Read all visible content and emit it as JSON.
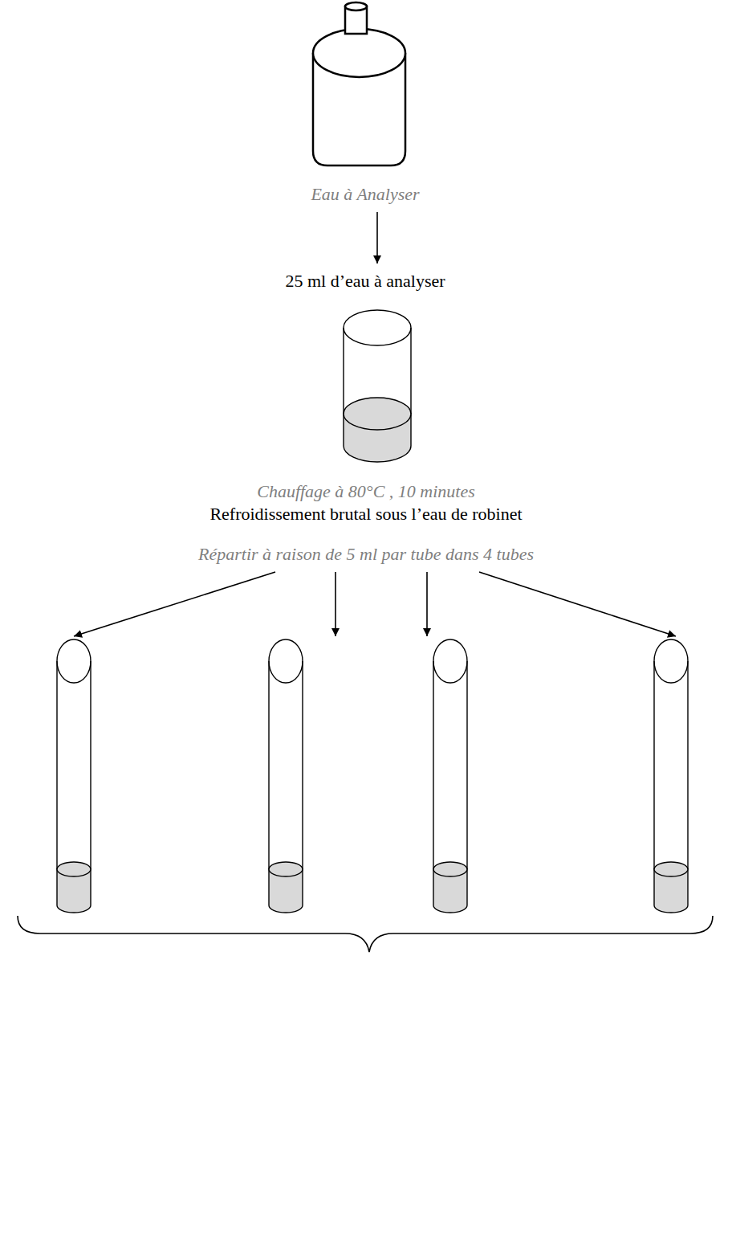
{
  "diagram": {
    "nodes": [
      {
        "text": [
          "Eau à Analyser"
        ]
      },
      {
        "text": [
          "25 ml d’eau à analyser"
        ]
      }
    ],
    "edges": [
      {
        "from": 0,
        "to": 1,
        "arrow": "to"
      }
    ],
    "labels": [
      "Chauffage à 80°C , 10 minutes",
      "Refroidissement brutal sous l’eau de robinet",
      "Répartir à raison de 5 ml par tube dans 4 tubes"
    ]
  }
}
